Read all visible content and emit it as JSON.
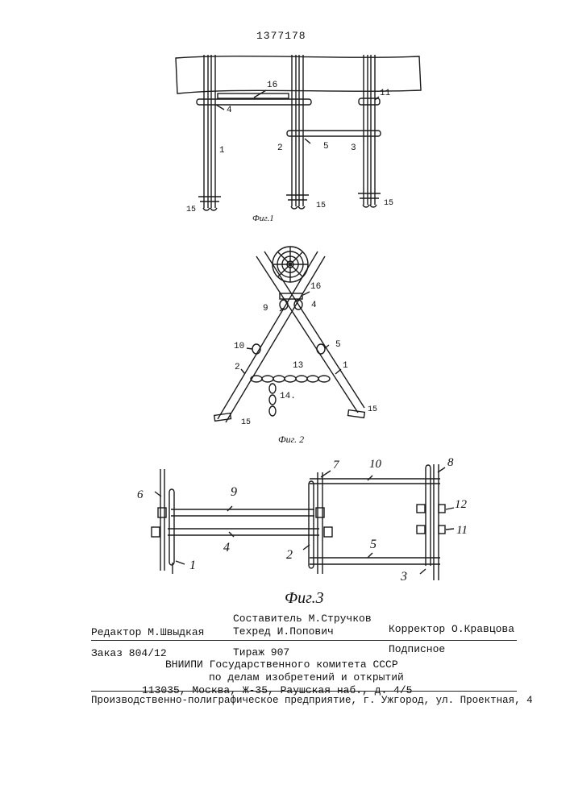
{
  "page_number": "1377178",
  "figures": {
    "fig1": {
      "caption": "Фиг.1",
      "labels": {
        "n1": "1",
        "n2": "2",
        "n3": "3",
        "n4": "4",
        "n5": "5",
        "n11": "11",
        "n15a": "15",
        "n15b": "15",
        "n15c": "15",
        "n16": "16"
      }
    },
    "fig2": {
      "caption": "Фиг. 2",
      "labels": {
        "n1": "1",
        "n2": "2",
        "n4": "4",
        "n5": "5",
        "n9": "9",
        "n10": "10",
        "n13": "13",
        "n14": "14.",
        "n15a": "15",
        "n15b": "15",
        "n16": "16"
      }
    },
    "fig3": {
      "caption": "Фиг.3",
      "labels": {
        "n1": "1",
        "n2": "2",
        "n3": "3",
        "n4": "4",
        "n5": "5",
        "n6": "6",
        "n7": "7",
        "n8": "8",
        "n9": "9",
        "n10": "10",
        "n11": "11",
        "n12": "12"
      }
    }
  },
  "colophon": {
    "compiler": "Составитель М.Стручков",
    "editor": "Редактор М.Швыдкая",
    "techred": "Техред И.Попович",
    "corrector": "Корректор О.Кравцова",
    "order": "Заказ 804/12",
    "print_run": "Тираж 907",
    "subscription": "Подписное",
    "org_line1": "ВНИИПИ Государственного комитета СССР",
    "org_line2": "по делам изобретений и открытий",
    "address": "113035, Москва, Ж-35, Раушская наб., д. 4/5",
    "printer": "Производственно-полиграфическое предприятие, г. Ужгород, ул. Проектная, 4"
  }
}
